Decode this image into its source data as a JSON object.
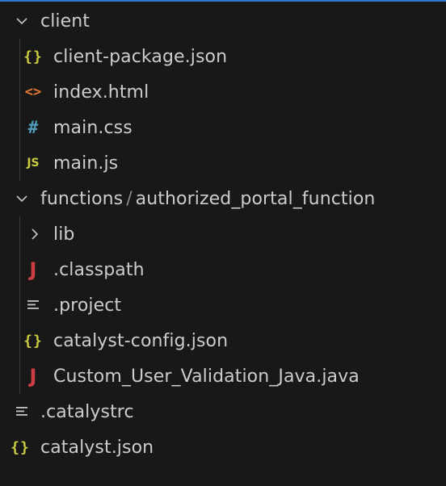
{
  "explorer": {
    "items": [
      {
        "label": "client"
      },
      {
        "label": "client-package.json",
        "icon": "{}"
      },
      {
        "label": "index.html",
        "icon": "<>"
      },
      {
        "label": "main.css",
        "icon": "#"
      },
      {
        "label": "main.js",
        "icon": "JS"
      },
      {
        "label": "functions",
        "sep": "/",
        "label2": "authorized_portal_function"
      },
      {
        "label": "lib"
      },
      {
        "label": ".classpath",
        "icon": "J"
      },
      {
        "label": ".project"
      },
      {
        "label": "catalyst-config.json",
        "icon": "{}"
      },
      {
        "label": "Custom_User_Validation_Java.java",
        "icon": "J"
      },
      {
        "label": ".catalystrc"
      },
      {
        "label": "catalyst.json",
        "icon": "{}"
      }
    ]
  },
  "colors": {
    "background": "#181818",
    "text": "#cccccc",
    "json_icon": "#cbcb41",
    "html_icon": "#e37933",
    "css_icon": "#519aba",
    "java_icon": "#cc3e44",
    "accent": "#2b79d0"
  },
  "icons": {
    "folder_open": "chevron-down-icon",
    "folder_closed": "chevron-right-icon",
    "json": "json-braces-icon",
    "html": "html-brackets-icon",
    "css": "css-hash-icon",
    "js": "js-icon",
    "java": "java-icon",
    "text": "text-lines-icon"
  }
}
